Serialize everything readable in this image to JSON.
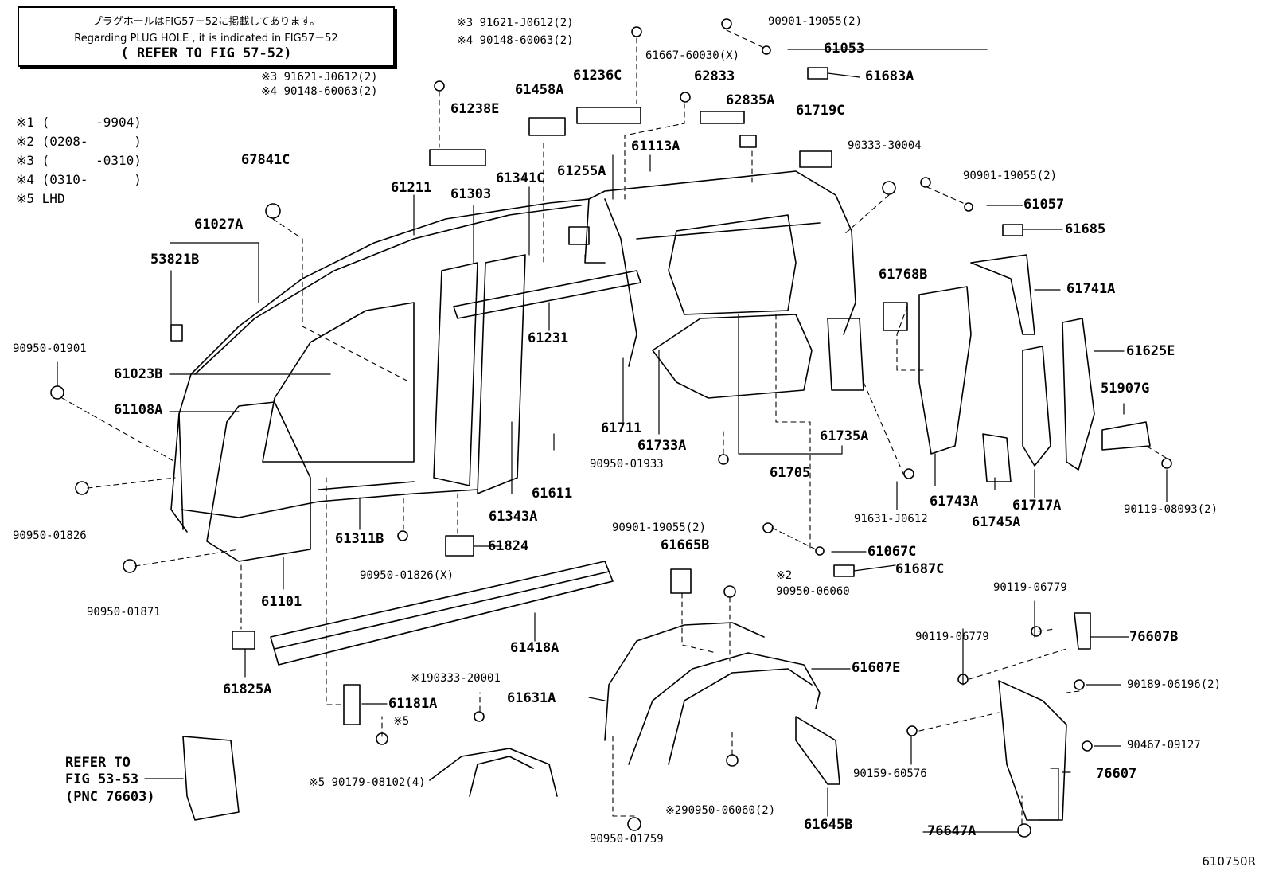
{
  "note": {
    "line1": "プラグホールはFIG57－52に掲載してあります。",
    "line2": "Regarding PLUG HOLE , it is indicated in FIG57－52",
    "line3": "( REFER TO FIG 57-52)"
  },
  "legend": [
    "※1 (      -9904)",
    "※2 (0208-      )",
    "※3 (      -0310)",
    "※4 (0310-      )",
    "※5 LHD"
  ],
  "diagram_id": "610750R",
  "labels": {
    "l_91621_a": "※3 91621-J0612(2)",
    "l_90148_a": "※4 90148-60063(2)",
    "l_91621_b": "※3 91621-J0612(2)",
    "l_90148_b": "※4 90148-60063(2)",
    "l_90901_a": "90901-19055(2)",
    "l_61053": "61053",
    "l_61667": "61667-60030(X)",
    "l_61683a": "61683A",
    "l_62833": "62833",
    "l_61236c": "61236C",
    "l_61458a": "61458A",
    "l_62835a": "62835A",
    "l_61238e": "61238E",
    "l_61719c": "61719C",
    "l_61113a": "61113A",
    "l_90333_30004": "90333-30004",
    "l_67841c": "67841C",
    "l_61341c": "61341C",
    "l_61255a": "61255A",
    "l_90901_b": "90901-19055(2)",
    "l_61211": "61211",
    "l_61303": "61303",
    "l_61057": "61057",
    "l_61027a": "61027A",
    "l_61685": "61685",
    "l_53821b": "53821B",
    "l_61768b": "61768B",
    "l_61741a": "61741A",
    "l_61231": "61231",
    "l_90950_01901": "90950-01901",
    "l_61625e": "61625E",
    "l_61023b": "61023B",
    "l_51907g": "51907G",
    "l_61108a": "61108A",
    "l_61711": "61711",
    "l_61733a": "61733A",
    "l_61735a": "61735A",
    "l_90950_01933": "90950-01933",
    "l_61705": "61705",
    "l_61611": "61611",
    "l_61343a": "61343A",
    "l_61743a": "61743A",
    "l_61717a": "61717A",
    "l_90119_08093": "90119-08093(2)",
    "l_91631": "91631-J0612",
    "l_61745a": "61745A",
    "l_90950_01826": "90950-01826",
    "l_61311b": "61311B",
    "l_90901_c": "90901-19055(2)",
    "l_61665b": "61665B",
    "l_61824": "61824",
    "l_61067c": "61067C",
    "l_61687c": "61687C",
    "l_61101": "61101",
    "l_90950_01826x": "90950-01826(X)",
    "l_ast2_a": "※2",
    "l_90950_06060": "90950-06060",
    "l_90119_06779_a": "90119-06779",
    "l_90950_01871": "90950-01871",
    "l_90119_06779_b": "90119-06779",
    "l_76607b": "76607B",
    "l_61418a": "61418A",
    "l_61607e": "61607E",
    "l_61825a": "61825A",
    "l_90333_20001": "※190333-20001",
    "l_61631a": "61631A",
    "l_90189": "90189-06196(2)",
    "l_61181a": "61181A",
    "l_ast5": "※5",
    "l_90467": "90467-09127",
    "l_refer1": "REFER TO",
    "l_refer2": "FIG 53-53",
    "l_refer3": "(PNC 76603)",
    "l_90179": "※5 90179-08102(4)",
    "l_90159": "90159-60576",
    "l_76607": "76607",
    "l_90950_06060_2": "※290950-06060(2)",
    "l_61645b": "61645B",
    "l_76647a": "76647A",
    "l_90950_01759": "90950-01759"
  }
}
